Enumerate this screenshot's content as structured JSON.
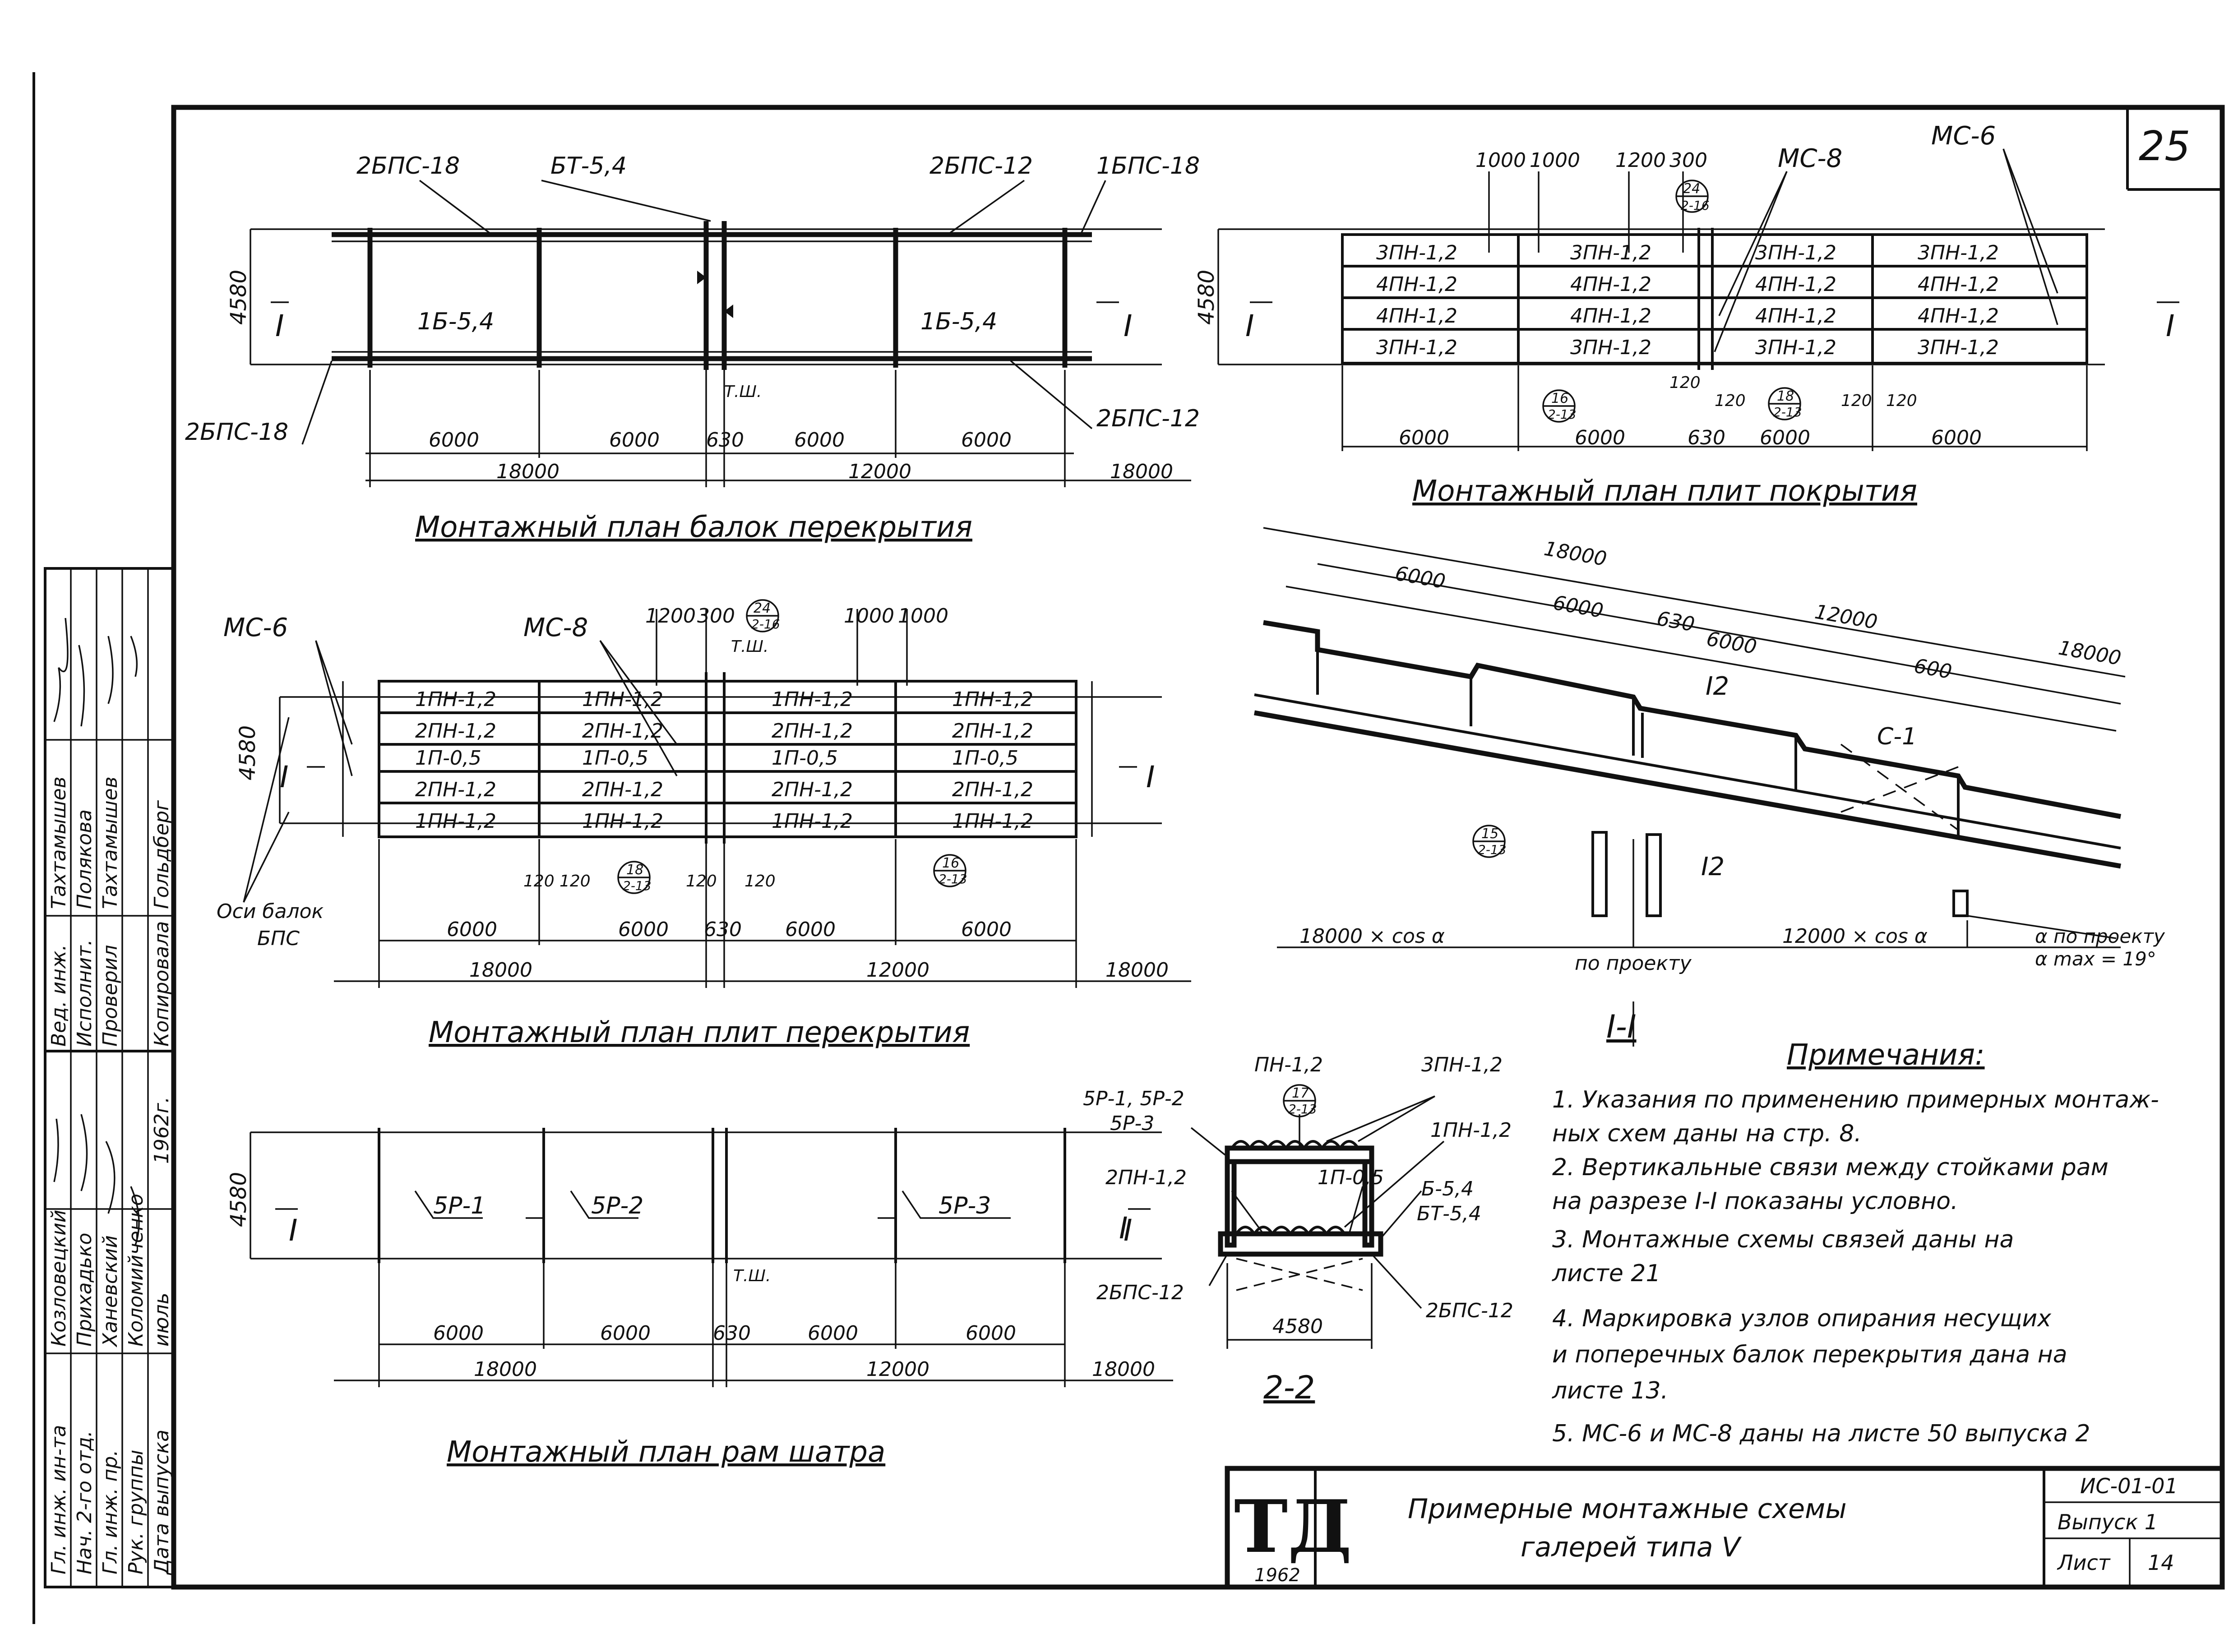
{
  "sheet_number": "25",
  "beams_plan": {
    "title": "Монтажный план балок перекрытия",
    "labels": {
      "top_left": "2БПС-18",
      "top_mid": "БТ-5,4",
      "top_right": "2БПС-12",
      "top_far": "1БПС-18",
      "bottom_left": "2БПС-18",
      "bottom_right": "2БПС-12",
      "beam_left": "1Б-5,4",
      "beam_right": "1Б-5,4",
      "tsh": "Т.Ш.",
      "section": "I"
    },
    "dims": {
      "width": "4580",
      "spans": [
        "6000",
        "6000",
        "630",
        "6000",
        "6000"
      ],
      "totals": [
        "18000",
        "12000",
        "18000"
      ]
    }
  },
  "cover_plan": {
    "title": "Монтажный план плит покрытия",
    "labels": {
      "ms8": "МС-8",
      "ms6": "МС-6",
      "section": "I"
    },
    "top_dims": [
      "1000",
      "1000",
      "1200",
      "300"
    ],
    "rows": [
      [
        "3ПН-1,2",
        "3ПН-1,2",
        "3ПН-1,2",
        "3ПН-1,2"
      ],
      [
        "4ПН-1,2",
        "4ПН-1,2",
        "4ПН-1,2",
        "4ПН-1,2"
      ],
      [
        "4ПН-1,2",
        "4ПН-1,2",
        "4ПН-1,2",
        "4ПН-1,2"
      ],
      [
        "3ПН-1,2",
        "3ПН-1,2",
        "3ПН-1,2",
        "3ПН-1,2"
      ]
    ],
    "nodes": [
      {
        "n": "24",
        "s": "2-16"
      },
      {
        "n": "16",
        "s": "2-13"
      },
      {
        "n": "18",
        "s": "2-13"
      }
    ],
    "small_dims": [
      "120",
      "120",
      "120",
      "120"
    ],
    "dims": {
      "width": "4580",
      "spans": [
        "6000",
        "6000",
        "630",
        "6000",
        "6000"
      ]
    }
  },
  "floor_plan": {
    "title": "Монтажный план плит перекрытия",
    "labels": {
      "ms6": "МС-6",
      "ms8": "МС-8",
      "tsh": "Т.Ш.",
      "axes": "Оси балок",
      "bps": "БПС",
      "section": "I"
    },
    "top_dims": [
      "1200",
      "300",
      "1000",
      "1000"
    ],
    "rows": [
      [
        "1ПН-1,2",
        "1ПН-1,2",
        "1ПН-1,2",
        "1ПН-1,2"
      ],
      [
        "2ПН-1,2",
        "2ПН-1,2",
        "2ПН-1,2",
        "2ПН-1,2"
      ],
      [
        "1П-0,5",
        "1П-0,5",
        "1П-0,5",
        "1П-0,5"
      ],
      [
        "2ПН-1,2",
        "2ПН-1,2",
        "2ПН-1,2",
        "2ПН-1,2"
      ],
      [
        "1ПН-1,2",
        "1ПН-1,2",
        "1ПН-1,2",
        "1ПН-1,2"
      ]
    ],
    "nodes": [
      {
        "n": "24",
        "s": "2-16"
      },
      {
        "n": "18",
        "s": "2-13"
      },
      {
        "n": "16",
        "s": "2-13"
      }
    ],
    "small_dims": [
      "120",
      "120",
      "120",
      "120"
    ],
    "dims": {
      "width": "4580",
      "spans": [
        "6000",
        "6000",
        "630",
        "6000",
        "6000"
      ],
      "totals": [
        "18000",
        "12000",
        "18000"
      ]
    }
  },
  "frames_plan": {
    "title": "Монтажный план рам шатра",
    "labels": {
      "f1": "5Р-1",
      "f2": "5Р-2",
      "f3": "5Р-3",
      "tsh": "Т.Ш.",
      "section": "I"
    },
    "dims": {
      "width": "4580",
      "spans": [
        "6000",
        "6000",
        "630",
        "6000",
        "6000"
      ],
      "totals": [
        "18000",
        "12000",
        "18000"
      ]
    }
  },
  "section_1": {
    "title": "I-I",
    "top_dims": [
      "18000",
      "6000",
      "6000",
      "630",
      "12000",
      "6000",
      "600",
      "18000"
    ],
    "labels": {
      "c1": "С-1",
      "mark": "I2",
      "node_n": "15",
      "node_s": "2-13",
      "bottom_left": "18000 × cos α",
      "bottom_right": "12000 × cos α",
      "proj": "по проекту",
      "alpha1": "α по проекту",
      "alpha2": "α max = 19°"
    }
  },
  "section_2": {
    "title": "2-2",
    "labels": {
      "pn": "ПН-1,2",
      "node_n": "17",
      "node_s": "2-13",
      "p3pn": "3ПН-1,2",
      "r": "5Р-1, 5Р-2",
      "r3": "5Р-3",
      "p1pn": "1ПН-1,2",
      "p2pn": "2ПН-1,2",
      "p1p": "1П-0,5",
      "b": "Б-5,4",
      "bt": "БТ-5,4",
      "bps_l": "2БПС-12",
      "bps_r": "2БПС-12",
      "width": "4580",
      "section": "I"
    }
  },
  "notes": {
    "title": "Примечания:",
    "items": [
      "1. Указания по применению примерных монтаж-",
      "ных схем даны на стр. 8.",
      "2. Вертикальные связи между стойками рам",
      "на разрезе I-I показаны условно.",
      "3. Монтажные схемы связей даны на",
      "листе 21",
      "4. Маркировка узлов опирания несущих",
      "и поперечных балок перекрытия дана на",
      "листе 13.",
      "5. МС-6 и МС-8 даны на листе 50 выпуска 2"
    ]
  },
  "title_block": {
    "logo": "ТД",
    "year": "1962",
    "title_line1": "Примерные монтажные схемы",
    "title_line2": "галерей типа V",
    "code": "ИС-01-01",
    "issue": "Выпуск 1",
    "sheet_label": "Лист",
    "sheet_value": "14"
  },
  "side_stamp": {
    "col1": [
      "Гл. инж. ин-та",
      "Нач. 2-го отд.",
      "Гл. инж. пр.",
      "Рук. группы",
      "Дата выпуска"
    ],
    "col2": [
      "Козловецкий",
      "Прихадько",
      "Ханевский",
      "Коломийченко",
      "июль"
    ],
    "col3": [
      "",
      "",
      "",
      "",
      "1962г."
    ],
    "col4": [
      "Вед. инж.",
      "Исполнит.",
      "Проверил",
      "Копировала"
    ],
    "col5": [
      "Тахтамышев",
      "Полякова",
      "Тахтамышев",
      "Гольдберг"
    ]
  }
}
